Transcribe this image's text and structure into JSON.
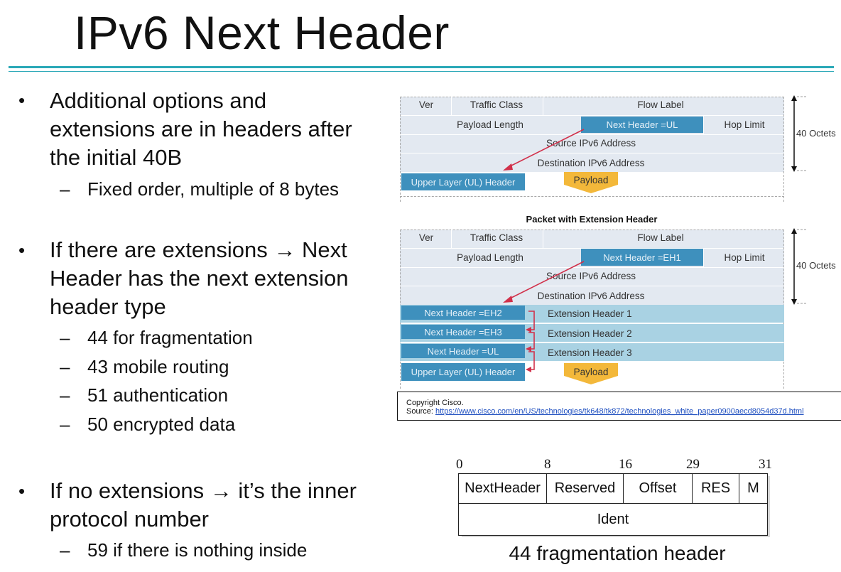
{
  "slide": {
    "title": "IPv6 Next Header",
    "bullets": [
      {
        "text": [
          "Additional options and",
          "extensions are in headers after",
          "the initial 40B"
        ],
        "subs": [
          "Fixed order, multiple of 8 bytes"
        ]
      },
      {
        "text": [
          "If there are extensions → Next",
          "Header has the next extension",
          "header type"
        ],
        "subs": [
          "44 for fragmentation",
          "43 mobile routing",
          "51 authentication",
          "50 encrypted data"
        ]
      },
      {
        "text": [
          "If no extensions → it’s the inner",
          "protocol number"
        ],
        "subs": [
          "59 if there is nothing inside"
        ]
      }
    ],
    "bullet_glyph": "•",
    "dash_glyph": "–"
  },
  "diagram": {
    "fields": {
      "ver": "Ver",
      "traffic_class": "Traffic Class",
      "flow_label": "Flow Label",
      "payload_length": "Payload Length",
      "hop_limit": "Hop Limit",
      "source": "Source IPv6 Address",
      "destination": "Destination IPv6 Address"
    },
    "top": {
      "next_header": "Next Header =UL",
      "upper_layer": "Upper Layer (UL) Header",
      "payload": "Payload",
      "octets": "40 Octets"
    },
    "section_title": "Packet with Extension Header",
    "bottom": {
      "next_header": "Next Header =EH1",
      "octets": "40 Octets",
      "ext_next": [
        "Next Header =EH2",
        "Next Header =EH3",
        "Next Header =UL"
      ],
      "ext_names": [
        "Extension Header 1",
        "Extension Header 2",
        "Extension Header 3"
      ],
      "upper_layer": "Upper Layer (UL) Header",
      "payload": "Payload"
    },
    "caption": {
      "line1": "Copyright Cisco.",
      "source_label": "Source: ",
      "url": "https://www.cisco.com/en/US/technologies/tk648/tk872/technologies_white_paper0900aecd8054d37d.html"
    },
    "colors": {
      "header_band": "#e3e9f1",
      "dark_blue": "#3e90bd",
      "ext_band": "#a9d2e3",
      "arrow": "#d1304a",
      "payload": "#f3b83a",
      "rule": "#2aa8b7"
    }
  },
  "frag_header": {
    "bits": [
      "0",
      "8",
      "16",
      "29",
      "31"
    ],
    "cells": [
      "NextHeader",
      "Reserved",
      "Offset",
      "RES",
      "M"
    ],
    "ident": "Ident",
    "caption": "44 fragmentation header"
  }
}
